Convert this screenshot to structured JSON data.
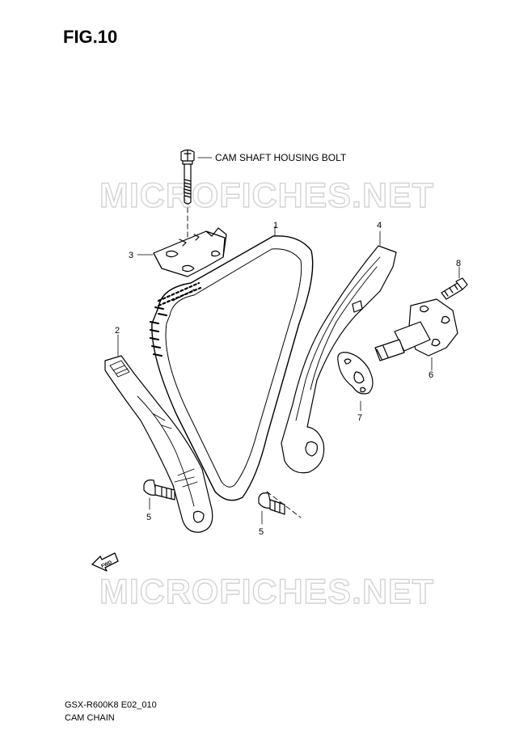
{
  "figure": {
    "title": "FIG.10",
    "model_code": "GSX-R600K8 E02_010",
    "caption": "CAM CHAIN"
  },
  "watermark": "MICROFICHES.NET",
  "labels": {
    "cam_shaft_housing_bolt": "CAM SHAFT HOUSING BOLT",
    "fwd": "FWD"
  },
  "callouts": {
    "cam_chain": "1",
    "rear_guide": "2",
    "cam_chain_guide": "3",
    "front_guide": "4",
    "guide_bolt_left": "5",
    "guide_bolt_right": "5",
    "tensioner": "6",
    "gasket": "7",
    "tensioner_bolt": "8"
  }
}
